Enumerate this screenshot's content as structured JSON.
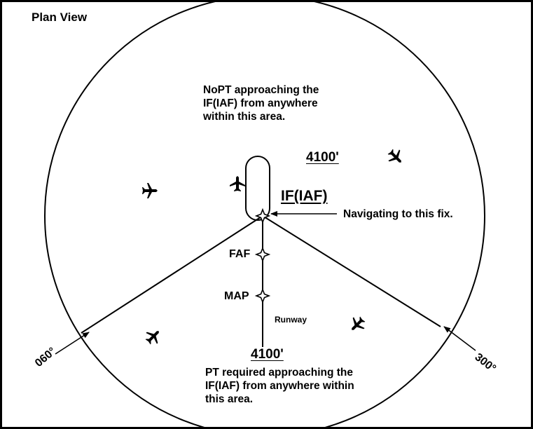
{
  "diagram": {
    "title": "Plan View",
    "top_area_note": "NoPT approaching the IF(IAF) from anywhere within this area.",
    "top_altitude": "4100'",
    "fix_label": "IF(IAF)",
    "fix_note": "Navigating to this fix.",
    "faf_label": "FAF",
    "map_label": "MAP",
    "runway_label": "Runway",
    "bottom_altitude": "4100'",
    "bottom_area_note": "PT required approaching the IF(IAF) from anywhere within this area.",
    "bearing_left": "060°",
    "bearing_right": "300°",
    "colors": {
      "ink": "#000000",
      "background": "#ffffff"
    },
    "icons": [
      "aircraft-icon",
      "fix-star-icon",
      "arrow-icon"
    ]
  }
}
